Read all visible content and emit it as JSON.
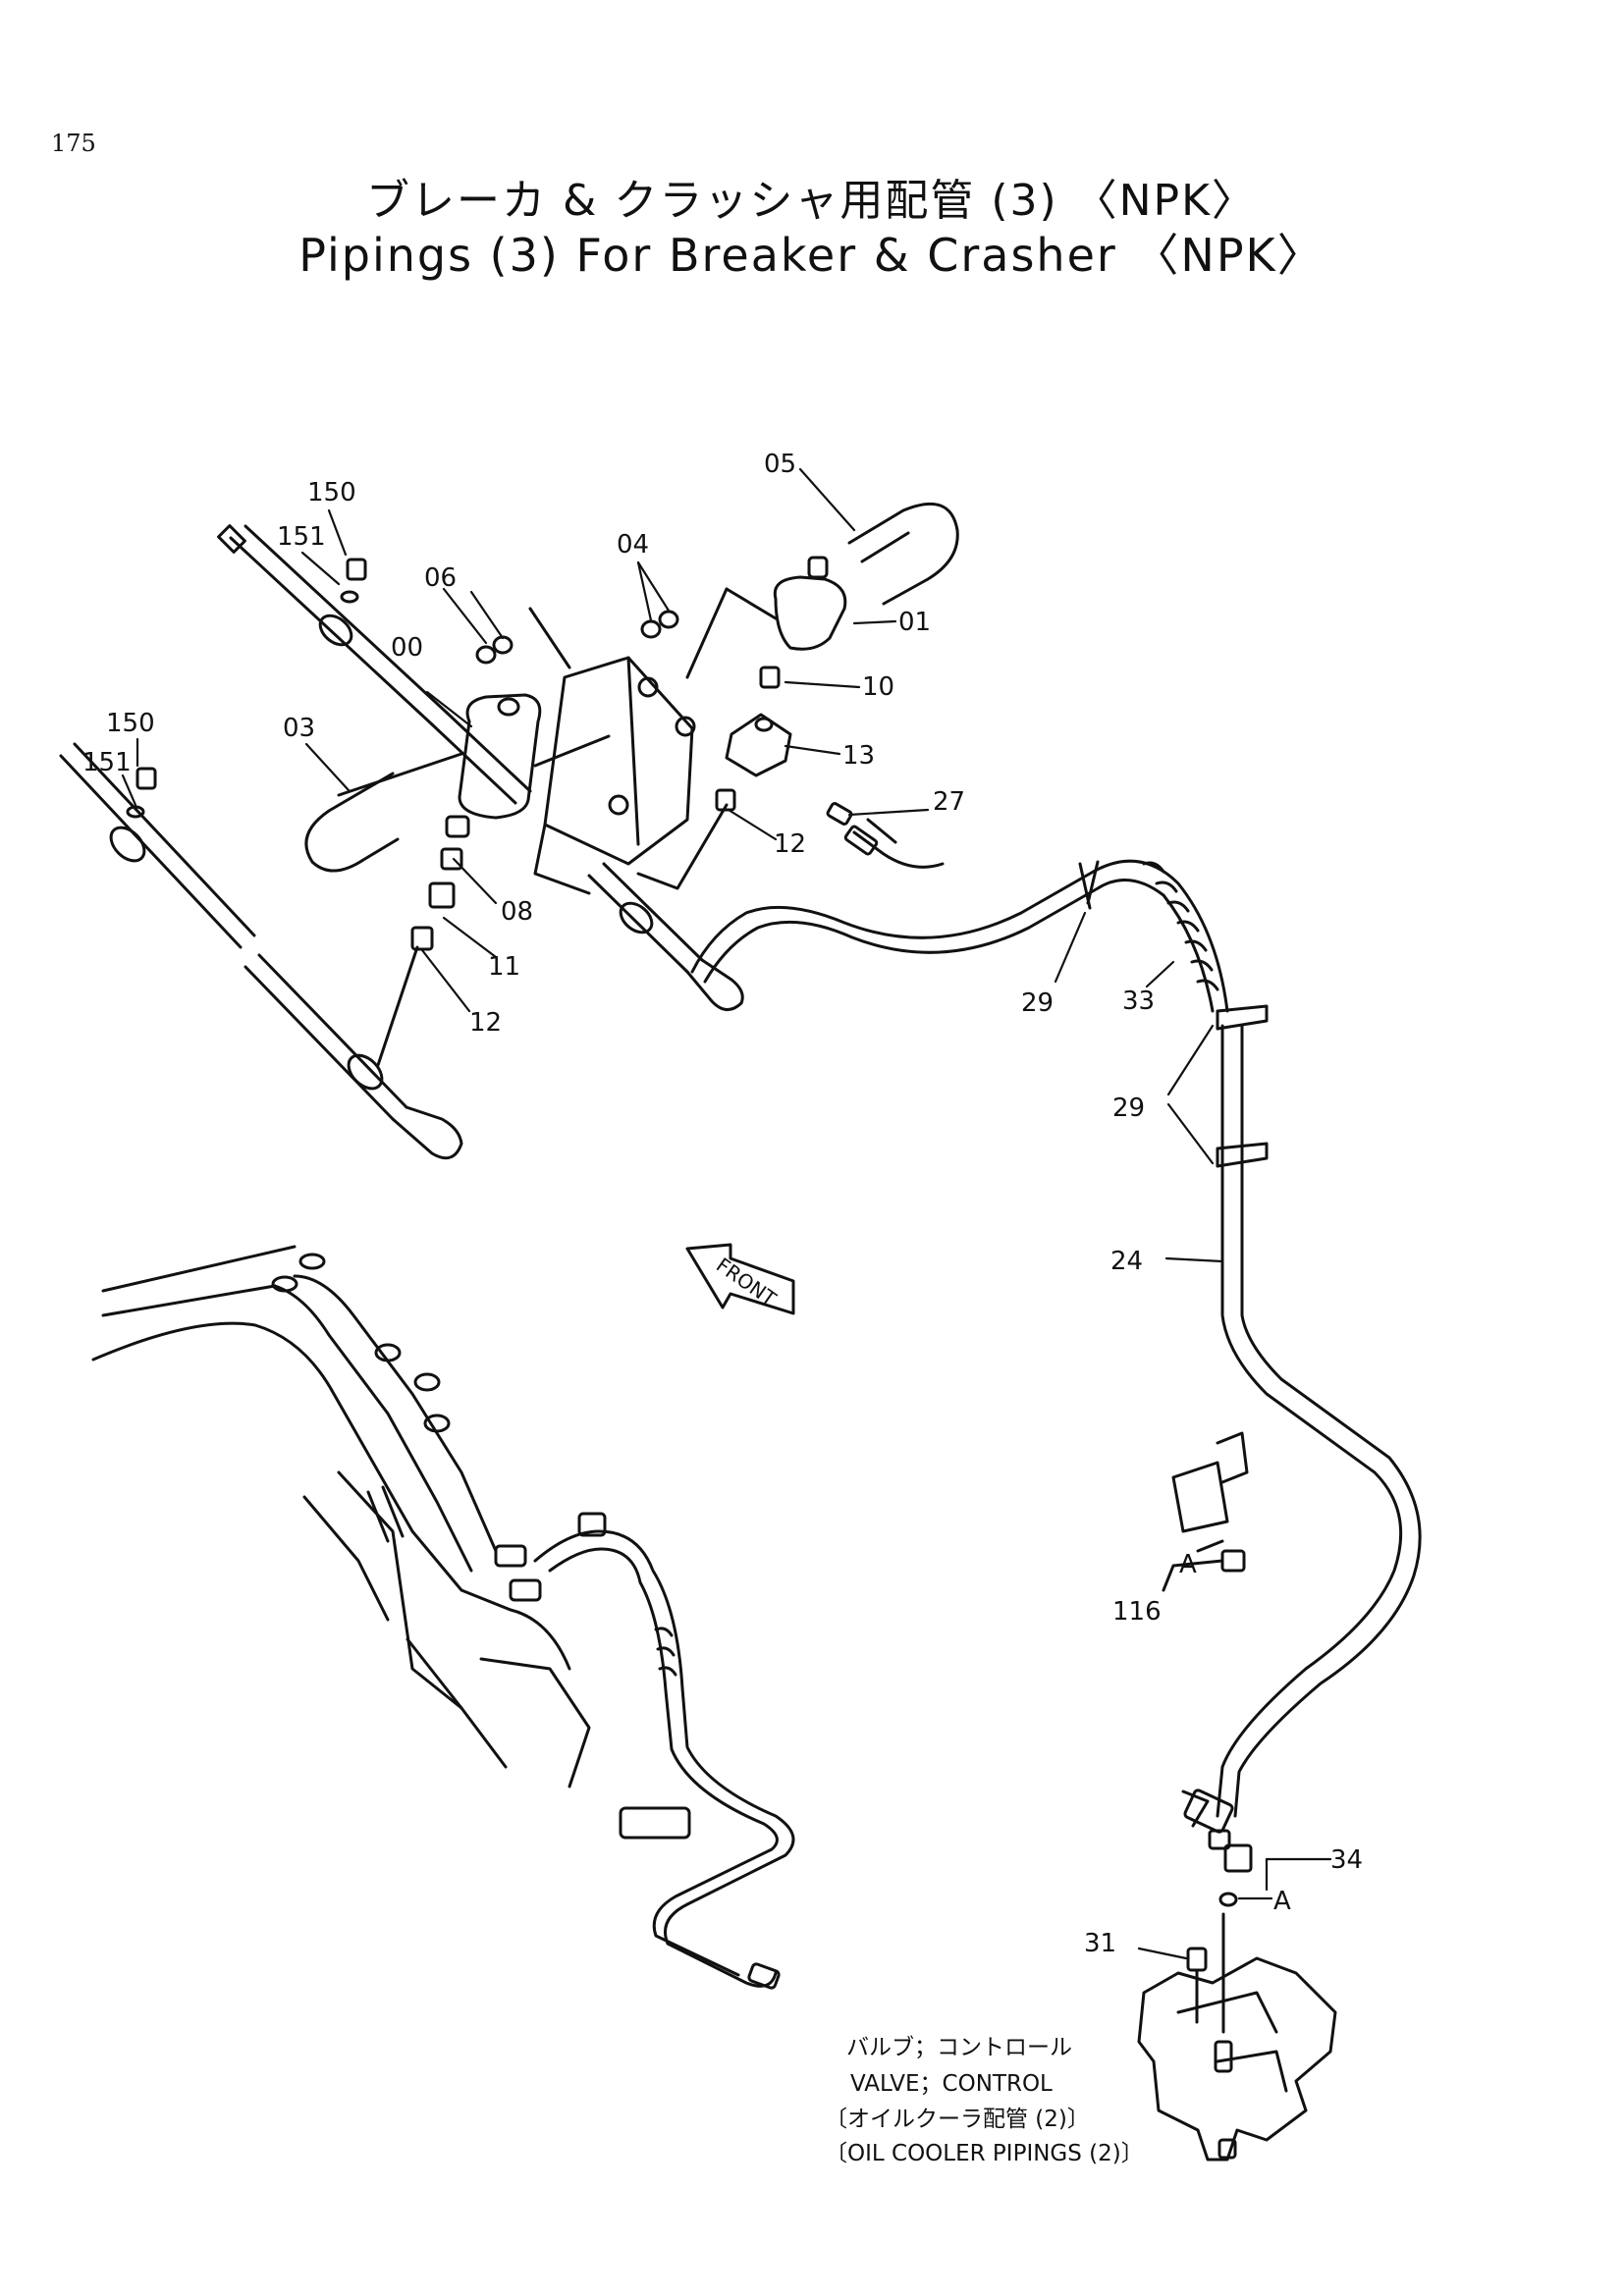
{
  "page_number": "175",
  "title_jp": "ブレーカ & クラッシャ用配管 (3) 〈NPK〉",
  "title_en": "Pipings (3) For Breaker & Crasher 〈NPK〉",
  "front_label": "FRONT",
  "callouts": {
    "p05": "05",
    "p150a": "150",
    "p151a": "151",
    "p04": "04",
    "p06": "06",
    "p01": "01",
    "p00": "00",
    "p10": "10",
    "p03": "03",
    "p13": "13",
    "p150b": "150",
    "p27": "27",
    "p151b": "151",
    "p12a": "12",
    "p08": "08",
    "p11": "11",
    "p12b": "12",
    "p29a": "29",
    "p33": "33",
    "p29b": "29",
    "p24": "24",
    "pA1": "A",
    "p116": "116",
    "p34": "34",
    "pA2": "A",
    "p31": "31"
  },
  "note_lines": [
    "バルブ；コントロール",
    "VALVE；CONTROL",
    "〔オイルクーラ配管 (2)〕",
    "〔OIL  COOLER  PIPINGS (2)〕"
  ]
}
